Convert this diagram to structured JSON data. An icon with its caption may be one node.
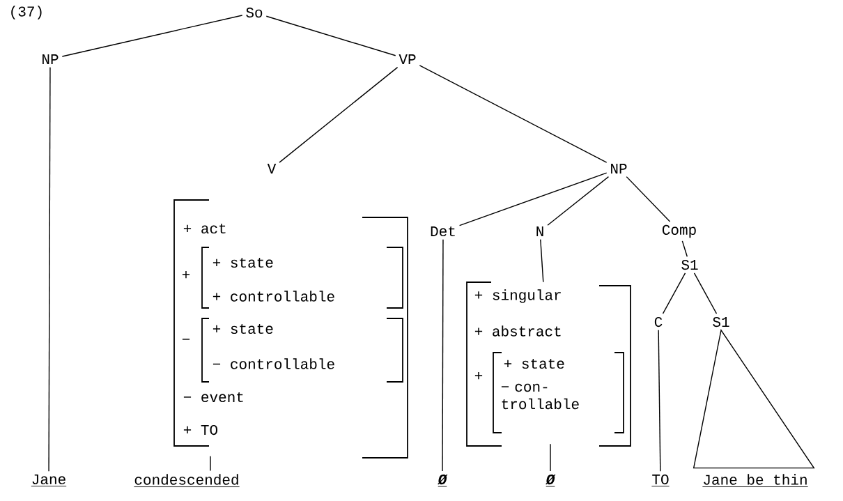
{
  "diagram": {
    "nodes": [
      {
        "text": [
          "So"
        ]
      },
      {
        "text": [
          "NP"
        ]
      },
      {
        "text": [
          "VP"
        ]
      },
      {
        "text": [
          "V"
        ]
      },
      {
        "text": [
          "NP"
        ]
      },
      {
        "text": [
          "+ act",
          "+",
          "−",
          "− event",
          "+ TO"
        ]
      },
      {
        "text": [
          "+ state",
          "+ controllable"
        ],
        "in": 5
      },
      {
        "text": [
          "+ state",
          "− controllable"
        ],
        "in": 5
      },
      {
        "text": [
          "Det"
        ]
      },
      {
        "text": [
          "N"
        ]
      },
      {
        "text": [
          "Comp"
        ]
      },
      {
        "text": [
          "+ singular",
          "+ abstract",
          "+"
        ]
      },
      {
        "text": [
          "+ state",
          "− con- trollable"
        ],
        "in": 11
      },
      {
        "text": [
          "S1"
        ]
      },
      {
        "text": [
          "C"
        ]
      },
      {
        "text": [
          "S1"
        ]
      },
      {
        "text": [
          "Jane"
        ]
      },
      {
        "text": [
          "condescended"
        ]
      },
      {
        "text": [
          "Ø"
        ]
      },
      {
        "text": [
          "Ø"
        ]
      },
      {
        "text": [
          "TO"
        ]
      },
      {
        "text": [
          "Jane be thin"
        ]
      }
    ],
    "edges": [
      {
        "from": 0,
        "to": 1,
        "arrow": "none"
      },
      {
        "from": 0,
        "to": 2,
        "arrow": "none"
      },
      {
        "from": 1,
        "to": 16,
        "arrow": "none"
      },
      {
        "from": 2,
        "to": 3,
        "arrow": "none"
      },
      {
        "from": 2,
        "to": 4,
        "arrow": "none"
      },
      {
        "from": 5,
        "to": 17,
        "arrow": "none"
      },
      {
        "from": 4,
        "to": 8,
        "arrow": "none"
      },
      {
        "from": 4,
        "to": 9,
        "arrow": "none"
      },
      {
        "from": 4,
        "to": 10,
        "arrow": "none"
      },
      {
        "from": 9,
        "to": 11,
        "arrow": "none"
      },
      {
        "from": 8,
        "to": 18,
        "arrow": "none"
      },
      {
        "from": 11,
        "to": 19,
        "arrow": "none"
      },
      {
        "from": 10,
        "to": 13,
        "arrow": "none"
      },
      {
        "from": 13,
        "to": 14,
        "arrow": "none"
      },
      {
        "from": 13,
        "to": 15,
        "arrow": "none"
      },
      {
        "from": 14,
        "to": 20,
        "arrow": "none"
      },
      {
        "from": 15,
        "to": 21,
        "arrow": "none"
      }
    ],
    "labels": [
      "(37)"
    ]
  }
}
